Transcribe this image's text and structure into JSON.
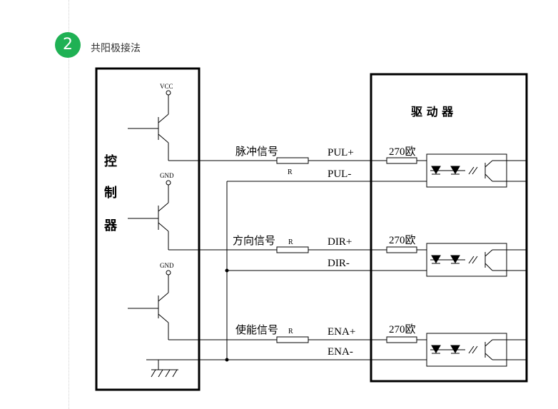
{
  "header": {
    "step_number": "2",
    "title": "共阳极接法"
  },
  "controller": {
    "label_chars": [
      "控",
      "制",
      "器"
    ]
  },
  "transistors": [
    {
      "rail_label": "VCC"
    },
    {
      "rail_label": "GND"
    },
    {
      "rail_label": "GND"
    }
  ],
  "driver": {
    "label": "驱 动 器"
  },
  "channels": [
    {
      "signal": "脉冲信号",
      "resistor": "R",
      "plus": "PUL+",
      "minus": "PUL-",
      "drive_resistor": "270欧"
    },
    {
      "signal": "方向信号",
      "resistor": "R",
      "plus": "DIR+",
      "minus": "DIR-",
      "drive_resistor": "270欧"
    },
    {
      "signal": "使能信号",
      "resistor": "R",
      "plus": "ENA+",
      "minus": "ENA-",
      "drive_resistor": "270欧"
    }
  ]
}
